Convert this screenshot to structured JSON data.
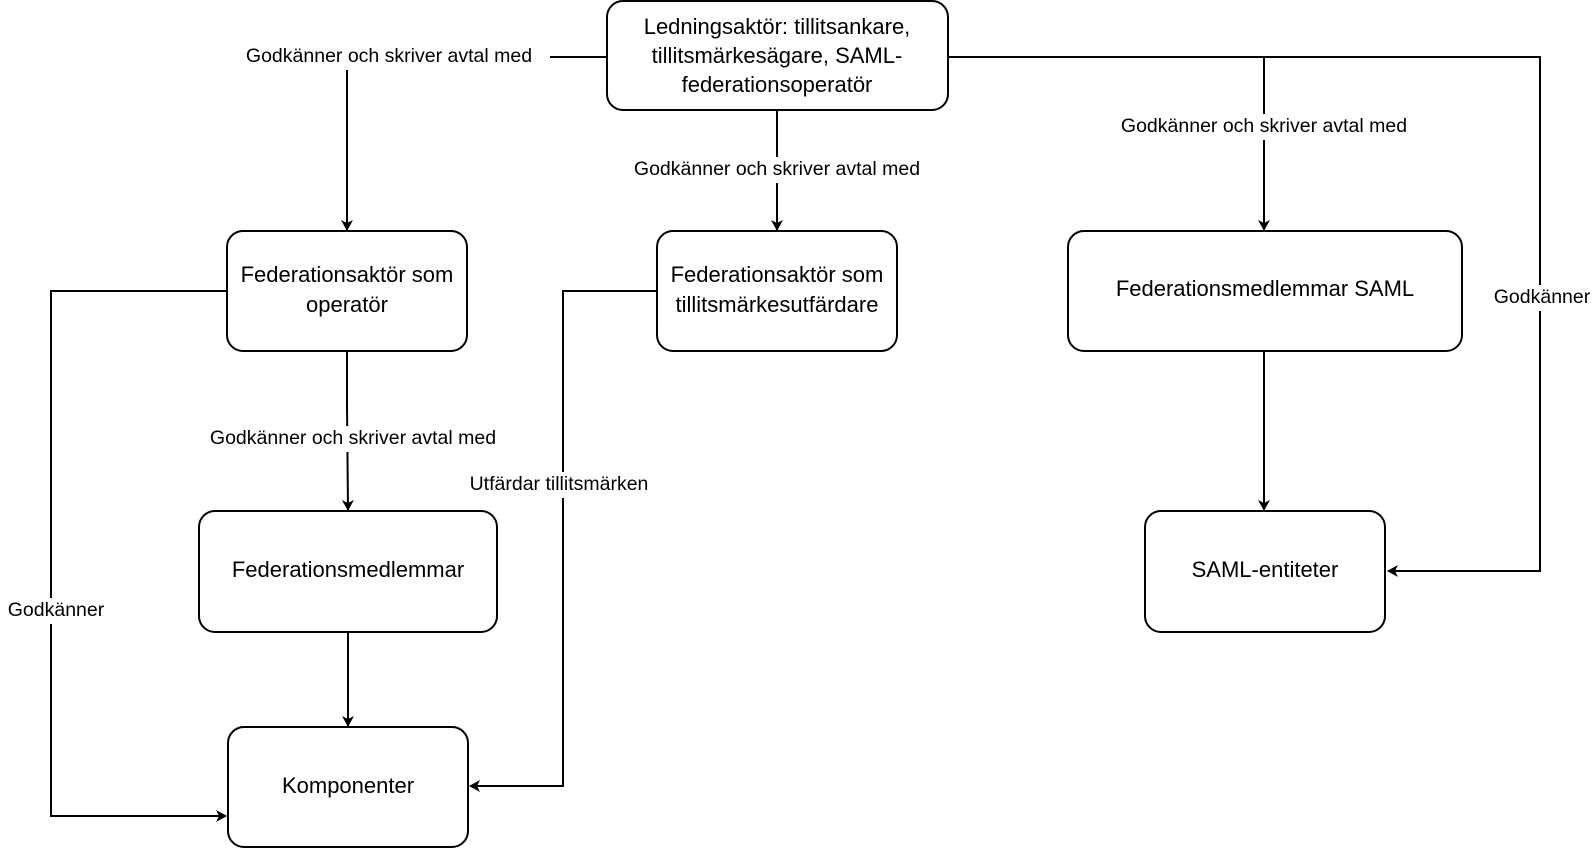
{
  "nodes": {
    "ledning": {
      "lines": [
        "Ledningsaktör: tillitsankare,",
        "tillitsmärkesägare, SAML-",
        "federationsoperatör"
      ]
    },
    "operator": {
      "lines": [
        "Federationsaktör som",
        "operatör"
      ]
    },
    "utfardare": {
      "lines": [
        "Federationsaktör som",
        "tillitsmärkesutfärdare"
      ]
    },
    "saml_members": {
      "lines": [
        "Federationsmedlemmar SAML"
      ]
    },
    "members": {
      "lines": [
        "Federationsmedlemmar"
      ]
    },
    "saml_entities": {
      "lines": [
        "SAML-entiteter"
      ]
    },
    "komponenter": {
      "lines": [
        "Komponenter"
      ]
    }
  },
  "edges": {
    "ledning_to_operator": {
      "label": "Godkänner och skriver avtal med"
    },
    "ledning_to_utfardare": {
      "label": "Godkänner och skriver avtal med"
    },
    "ledning_to_saml_members": {
      "label": "Godkänner och skriver avtal med"
    },
    "ledning_to_saml_entities": {
      "label": "Godkänner"
    },
    "operator_to_members": {
      "label": "Godkänner och skriver avtal med"
    },
    "operator_to_komponenter": {
      "label": "Godkänner"
    },
    "utfardare_to_komponenter": {
      "label": "Utfärdar tillitsmärken"
    },
    "members_to_komponenter": {
      "label": ""
    },
    "saml_members_to_saml_entities": {
      "label": ""
    }
  }
}
